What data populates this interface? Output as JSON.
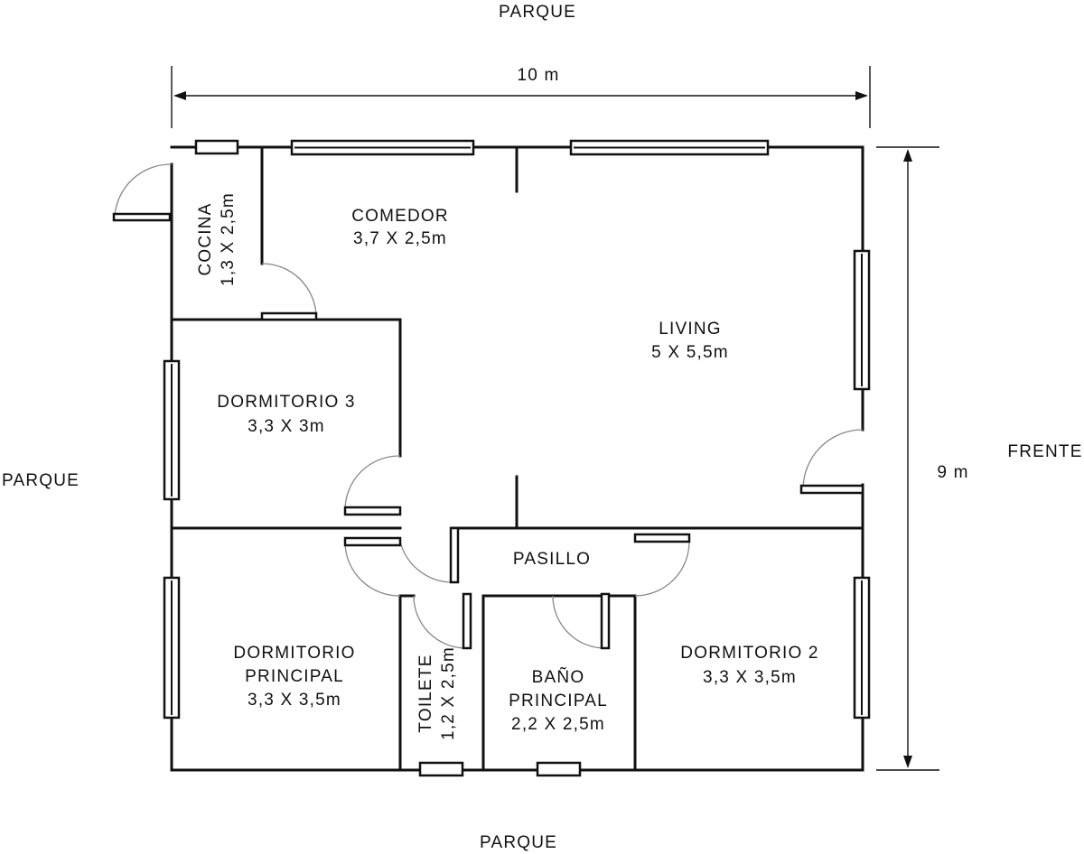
{
  "surroundings": {
    "top": "PARQUE",
    "left": "PARQUE",
    "bottom": "PARQUE",
    "right": "FRENTE"
  },
  "dimensions": {
    "width": "10 m",
    "depth": "9 m"
  },
  "rooms": {
    "cocina": {
      "name": "COCINA",
      "size": "1,3 X 2,5m"
    },
    "comedor": {
      "name": "COMEDOR",
      "size": "3,7 X 2,5m"
    },
    "living": {
      "name": "LIVING",
      "size": "5 X 5,5m"
    },
    "dormitorio3": {
      "name": "DORMITORIO 3",
      "size": "3,3 X 3m"
    },
    "pasillo": {
      "name": "PASILLO"
    },
    "dormitorio_principal": {
      "name_line1": "DORMITORIO",
      "name_line2": "PRINCIPAL",
      "size": "3,3 X 3,5m"
    },
    "toilete": {
      "name": "TOILETE",
      "size": "1,2 X 2,5m"
    },
    "bano_principal": {
      "name_line1": "BAÑO",
      "name_line2": "PRINCIPAL",
      "size": "2,2 X 2,5m"
    },
    "dormitorio2": {
      "name": "DORMITORIO 2",
      "size": "3,3 X 3,5m"
    }
  }
}
